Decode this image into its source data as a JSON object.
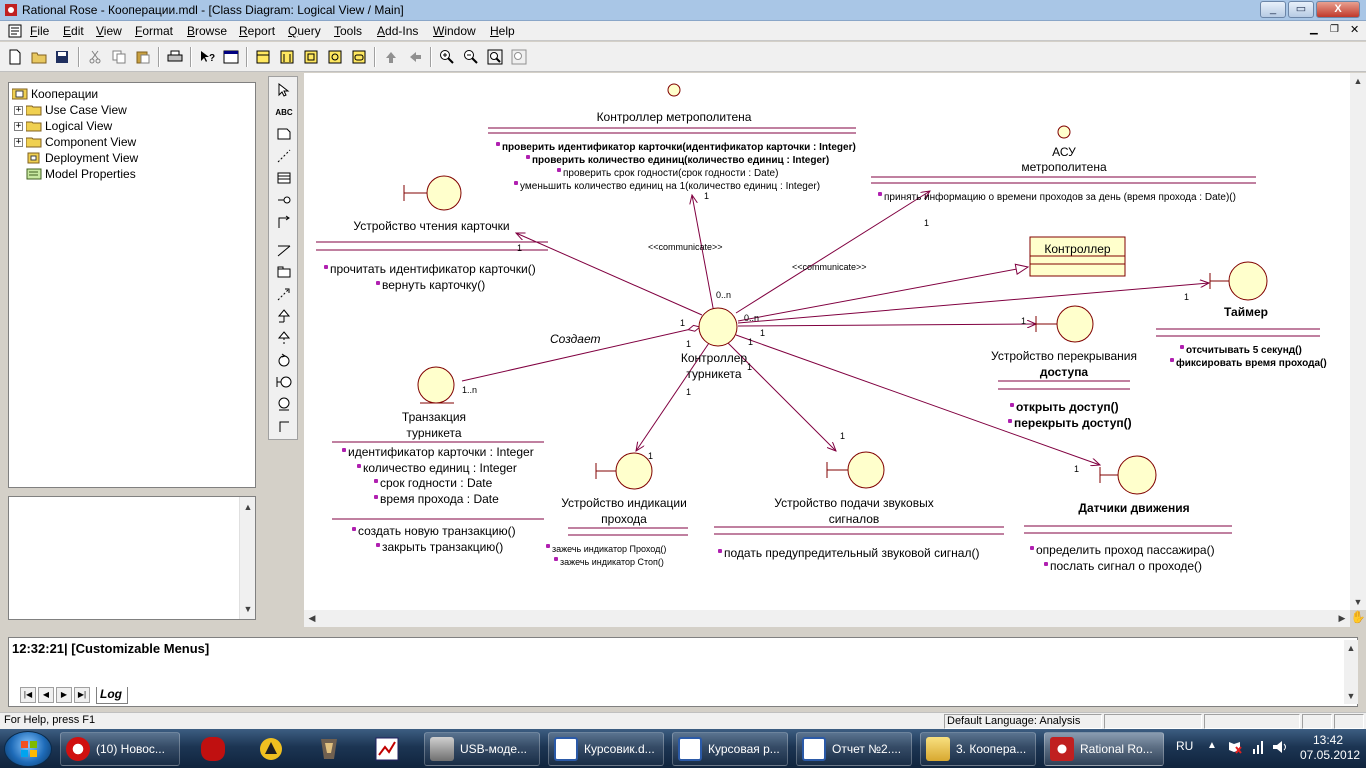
{
  "window": {
    "title": "Rational Rose - Кооперации.mdl - [Class Diagram: Logical View / Main]",
    "minimize": "_",
    "restore": "▭",
    "close": "X"
  },
  "menu": [
    "File",
    "Edit",
    "View",
    "Format",
    "Browse",
    "Report",
    "Query",
    "Tools",
    "Add-Ins",
    "Window",
    "Help"
  ],
  "browser": {
    "root": "Кооперации",
    "items": [
      "Use Case View",
      "Logical View",
      "Component View",
      "Deployment View",
      "Model Properties"
    ]
  },
  "diagram": {
    "classes": {
      "metro_controller": {
        "name": "Контроллер метрополитена",
        "ops": [
          "проверить идентификатор карточки(идентификатор карточки : Integer)",
          "проверить количество единиц(количество единиц : Integer)",
          "проверить срок годности(срок годности : Date)",
          "уменьшить количество единиц на 1(количество единиц : Integer)"
        ]
      },
      "asu": {
        "name_line1": "АСУ",
        "name_line2": "метрополитена",
        "ops": [
          "принять информацию о времени проходов за день (время прохода : Date)()"
        ]
      },
      "card_reader": {
        "name": "Устройство чтения карточки",
        "ops": [
          "прочитать идентификатор карточки()",
          "вернуть карточку()"
        ]
      },
      "controller": {
        "name": "Контроллер"
      },
      "timer": {
        "name": "Таймер",
        "ops": [
          "отсчитывать 5 секунд()",
          "фиксировать время прохода()"
        ]
      },
      "turnstile_controller": {
        "name_line1": "Контроллер",
        "name_line2": "турникета"
      },
      "barrier": {
        "name_line1": "Устройство перекрывания",
        "name_line2": "доступа",
        "ops": [
          "открыть доступ()",
          "перекрыть доступ()"
        ]
      },
      "transaction": {
        "name_line1": "Транзакция",
        "name_line2": "турникета",
        "attrs": [
          "идентификатор карточки : Integer",
          "количество единиц : Integer",
          "срок годности : Date",
          "время прохода : Date"
        ],
        "ops": [
          "создать новую транзакцию()",
          "закрыть транзакцию()"
        ]
      },
      "indicator": {
        "name_line1": "Устройство индикации",
        "name_line2": "прохода",
        "ops": [
          "зажечь индикатор Проход()",
          "зажечь индикатор Стоп()"
        ]
      },
      "sound": {
        "name_line1": "Устройство подачи звуковых",
        "name_line2": "сигналов",
        "ops": [
          "подать предупредительный звуковой сигнал()"
        ]
      },
      "motion": {
        "name": "Датчики движения",
        "ops": [
          "определить проход пассажира()",
          "послать сигнал о проходе()"
        ]
      }
    },
    "labels": {
      "communicate1": "<<communicate>>",
      "communicate2": "<<communicate>>",
      "creates": "Создает",
      "m_metro_1": "1",
      "m_metro_0n": "0..n",
      "m_asu_1": "1",
      "m_asu_0n": "0..n",
      "m_card_1": "1",
      "m_card_tc": "1",
      "m_timer_1": "1",
      "m_barrier_1": "1",
      "m_tc_a": "1",
      "m_tc_b": "1",
      "m_tc_c": "1",
      "m_tc_d": "1",
      "m_trans_1n": "1..n",
      "m_ind_1": "1",
      "m_ind_tc": "1",
      "m_sound_1": "1",
      "m_motion_1": "1"
    }
  },
  "log": {
    "line": "12:32:21|  [Customizable Menus]",
    "tab": "Log"
  },
  "status": {
    "help": "For Help, press F1",
    "language": "Default Language: Analysis"
  },
  "taskbar": {
    "apps": [
      "(10) Новос...",
      "USB-моде...",
      "Курсовик.d...",
      "Курсовая р...",
      "Отчет №2....",
      "3. Коопера...",
      "Rational Ro..."
    ],
    "lang": "RU",
    "time": "13:42",
    "date": "07.05.2012"
  }
}
